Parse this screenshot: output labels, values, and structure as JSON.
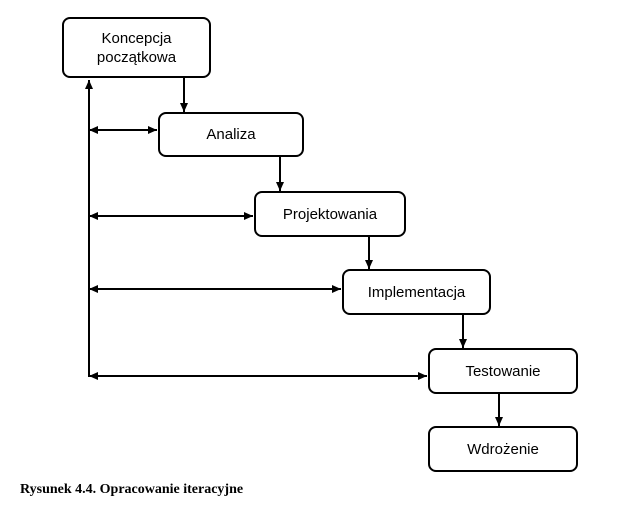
{
  "diagram": {
    "type": "iterative-waterfall",
    "nodes": [
      {
        "id": "koncepcja",
        "label_line1": "Koncepcja",
        "label_line2": "początkowa"
      },
      {
        "id": "analiza",
        "label": "Analiza"
      },
      {
        "id": "projektowania",
        "label": "Projektowania"
      },
      {
        "id": "implementacja",
        "label": "Implementacja"
      },
      {
        "id": "testowanie",
        "label": "Testowanie"
      },
      {
        "id": "wdrozenie",
        "label": "Wdrożenie"
      }
    ],
    "edges": [
      {
        "from": "koncepcja",
        "to": "analiza"
      },
      {
        "from": "analiza",
        "to": "projektowania"
      },
      {
        "from": "projektowania",
        "to": "implementacja"
      },
      {
        "from": "implementacja",
        "to": "testowanie"
      },
      {
        "from": "testowanie",
        "to": "wdrozenie"
      }
    ],
    "feedback": [
      "analiza",
      "projektowania",
      "implementacja",
      "testowanie"
    ]
  },
  "caption": "Rysunek 4.4. Opracowanie iteracyjne"
}
